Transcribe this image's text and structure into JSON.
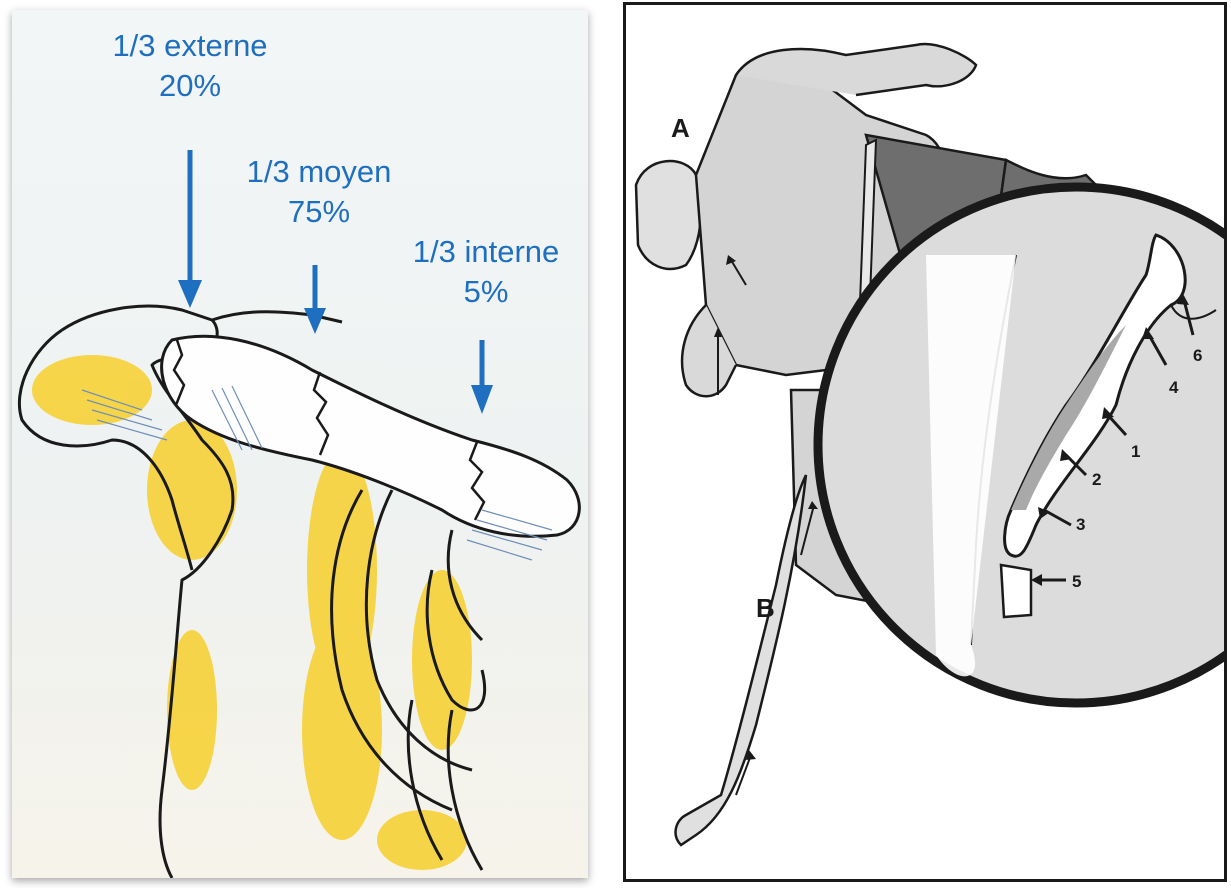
{
  "left": {
    "labels": [
      {
        "line1": "1/3 externe",
        "line2": "20%"
      },
      {
        "line1": "1/3 moyen",
        "line2": "75%"
      },
      {
        "line1": "1/3 interne",
        "line2": "5%"
      }
    ],
    "colors": {
      "label": "#1f6fc0",
      "highlight": "#f5c518",
      "ligament": "#8fa9c9"
    }
  },
  "right": {
    "figure_labels": {
      "a": "A",
      "b": "B"
    },
    "callouts": [
      "1",
      "2",
      "3",
      "4",
      "5",
      "6"
    ]
  }
}
